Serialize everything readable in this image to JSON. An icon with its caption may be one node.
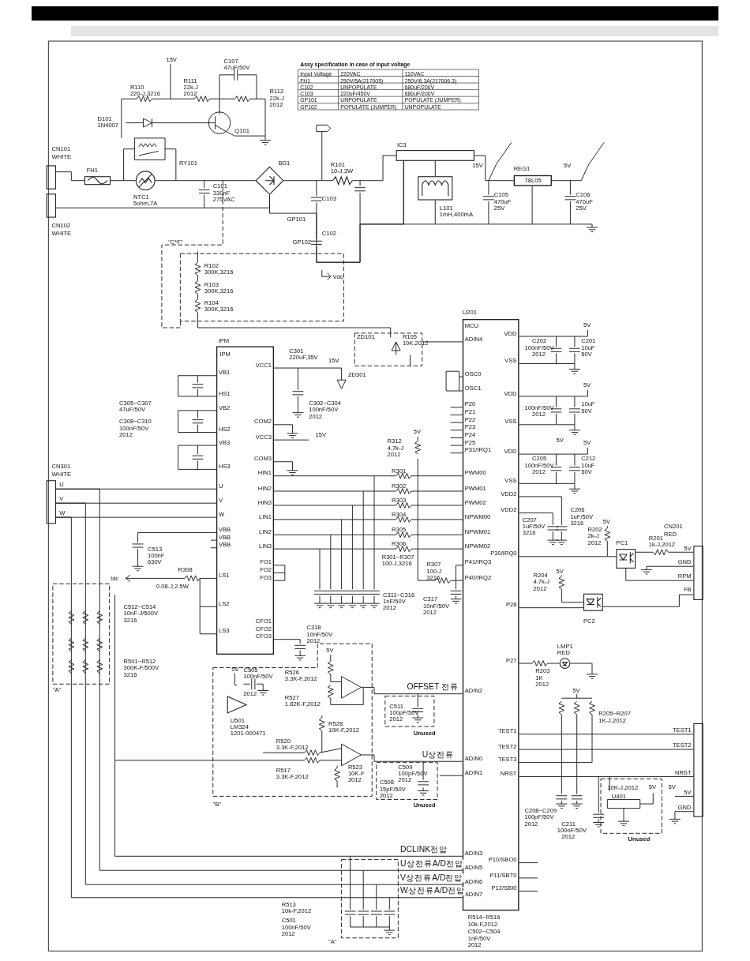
{
  "diagram": {
    "nodes": [
      {
        "text": [],
        "shape": "box",
        "beside": [
          "CN101",
          "WHITE"
        ]
      },
      {
        "text": [],
        "shape": "box",
        "beside": [
          "CN102",
          "WHITE"
        ]
      },
      {
        "text": [],
        "shape": "box",
        "beside": [
          "FH1"
        ]
      },
      {
        "text": [],
        "shape": "circle",
        "beside": [
          "NTC1",
          "5ohm,7A"
        ]
      },
      {
        "text": [],
        "shape": "diamond",
        "beside": [
          "BD1"
        ]
      },
      {
        "text": [],
        "shape": "resistor",
        "beside": [
          "R101",
          "10-J,3W"
        ]
      },
      {
        "text": [],
        "shape": "box",
        "beside": [
          "IC3"
        ]
      },
      {
        "text": [],
        "shape": "box",
        "beside": [
          "L101",
          "1mH,400mA"
        ]
      },
      {
        "text": [
          "78L05"
        ],
        "beside": [
          "REG1"
        ]
      },
      {
        "text": [
          "IPM",
          "VB1",
          "HS1",
          "VB2",
          "HS2",
          "VB3",
          "HS3",
          "U",
          "V",
          "W",
          "VBB",
          "VBB",
          "VBB",
          "LS1",
          "LS2",
          "LS3",
          "VCC1",
          "COM2",
          "VCC3",
          "COM3",
          "HIN1",
          "HIN2",
          "HIN3",
          "LIN1",
          "LIN2",
          "LIN3",
          "FO1",
          "FO2",
          "FO3",
          "CFO1",
          "CFO2",
          "CFO3"
        ],
        "beside": [
          "IPM"
        ]
      },
      {
        "text": [
          "MCU",
          "ADIN4",
          "OSC0",
          "OSC1",
          "P20",
          "P21",
          "P22",
          "P23",
          "P24",
          "P25",
          "P31/IRQ1",
          "PWM00",
          "PWM01",
          "PWM02",
          "NPWM00",
          "NPWM01",
          "NPWM02",
          "P41/IRQ3",
          "P40/IRQ2",
          "ADIN2",
          "ADIN0",
          "ADIN1",
          "ADIN3",
          "ADIN5",
          "ADIN6",
          "ADIN7",
          "VDD",
          "VSS",
          "VDD",
          "VSS",
          "VDD",
          "VSS",
          "VDD2",
          "VDD2",
          "P30/IRQ0",
          "P28",
          "P27",
          "TEST1",
          "TEST2",
          "TEST3",
          "NRST",
          "P10/SBO0",
          "P11/SBT0",
          "P12/SBI0"
        ],
        "beside": [
          "U201"
        ]
      },
      {
        "text": [],
        "shape": "box",
        "beside": [
          "CN301",
          "WHITE"
        ]
      },
      {
        "text": [],
        "shape": "box",
        "beside": [
          "CN201",
          "RED"
        ]
      },
      {
        "text": [],
        "shape": "box"
      },
      {
        "text": [],
        "shape": "box",
        "beside": [
          "PC1"
        ]
      },
      {
        "text": [],
        "shape": "box",
        "beside": [
          "PC2"
        ]
      },
      {
        "text": [],
        "shape": "circle",
        "beside": [
          "LMP1",
          "RED"
        ]
      },
      {
        "text": [],
        "shape": "triangle",
        "beside": [
          "U501",
          "LM324",
          "1201-000471"
        ]
      }
    ],
    "edges": [
      {
        "from": 0,
        "to": 2,
        "arrow": "none"
      },
      {
        "from": 2,
        "to": 3,
        "arrow": "none"
      },
      {
        "from": 3,
        "to": 4,
        "arrow": "none"
      },
      {
        "from": 1,
        "to": 4,
        "arrow": "none"
      },
      {
        "from": 4,
        "to": 5,
        "arrow": "none"
      },
      {
        "from": 5,
        "to": 6,
        "arrow": "none"
      },
      {
        "from": 6,
        "to": 7,
        "arrow": "none"
      },
      {
        "from": 6,
        "to": 8,
        "arrow": "none"
      },
      {
        "from": 11,
        "to": 9,
        "arrow": "none"
      },
      {
        "from": 11,
        "to": 9,
        "arrow": "none"
      },
      {
        "from": 11,
        "to": 9,
        "arrow": "none"
      },
      {
        "from": 9,
        "to": 10,
        "arrow": "none"
      },
      {
        "from": 9,
        "to": 10,
        "arrow": "none"
      },
      {
        "from": 9,
        "to": 10,
        "arrow": "none"
      },
      {
        "from": 9,
        "to": 10,
        "arrow": "none"
      },
      {
        "from": 9,
        "to": 10,
        "arrow": "none"
      },
      {
        "from": 9,
        "to": 10,
        "arrow": "none"
      },
      {
        "from": 10,
        "to": 14,
        "arrow": "none"
      },
      {
        "from": 14,
        "to": 12,
        "arrow": "none"
      },
      {
        "from": 10,
        "to": 15,
        "arrow": "none"
      },
      {
        "from": 15,
        "to": 12,
        "arrow": "none"
      },
      {
        "from": 10,
        "to": 16,
        "arrow": "none"
      },
      {
        "from": 10,
        "to": 13,
        "arrow": "none"
      },
      {
        "from": 10,
        "to": 13,
        "arrow": "none"
      },
      {
        "from": 10,
        "to": 13,
        "arrow": "none"
      },
      {
        "from": 4,
        "to": 6,
        "arrow": "none"
      },
      {
        "from": 12,
        "to": 14,
        "arrow": "none"
      },
      {
        "from": 11,
        "to": 10,
        "arrow": "none"
      },
      {
        "from": 11,
        "to": 10,
        "arrow": "none"
      },
      {
        "from": 11,
        "to": 10,
        "arrow": "none"
      }
    ],
    "labels": [
      "Assy specification in case of input voltage",
      "Input Voltage",
      "220VAC",
      "110VAC",
      "FH1",
      "250V/5A(217005)",
      "250V/6.3A(217006.3)",
      "C102",
      "UNPOPULATE",
      "680uF/200V",
      "C103",
      "220uF/450V",
      "680uF/200V",
      "GP101",
      "UNPOPULATE",
      "POPULATE (JUMPER)",
      "GP102",
      "POPULATE (JUMPER)",
      "UNPOPULATE",
      "15V",
      "R110",
      "220-J,3216",
      "R111",
      "22k-J",
      "2012",
      "C107",
      "47uF/50V",
      "R112",
      "22k-J",
      "2012",
      "D101",
      "1N4007",
      "Q101",
      "RY101",
      "C101",
      "330nF",
      "275VAC",
      "C103",
      "GP101",
      "GP102",
      "C102",
      "Vdc",
      "15V",
      "5V",
      "C105",
      "470uF",
      "25V",
      "C106",
      "470uF",
      "25V",
      "\"C*F\"",
      "R102",
      "300K,3216",
      "R103",
      "300K,3216",
      "R104",
      "300K,3216",
      "ZD101",
      "R105",
      "10K,2012",
      "C301",
      "220uF,35V",
      "15V",
      "ZD301",
      "C302~C304",
      "100nF/50V",
      "2012",
      "15V",
      "C305~C307",
      "47uF/50V",
      "C308~C310",
      "100nF/50V",
      "2012",
      "R312",
      "4.7k-J",
      "2012",
      "5V",
      "R301",
      "R302",
      "R303",
      "R304",
      "R305",
      "R306",
      "R301~R307",
      "100-J,3216",
      "R307",
      "100-J",
      "3216",
      "C311~C316",
      "1nF/50V",
      "2012",
      "C317",
      "10nF/50V",
      "2012",
      "C318",
      "10nF/50V",
      "2012",
      "C513",
      "100nF",
      "630V",
      "Idc",
      "R308",
      "0.08-J,2.5W",
      "U",
      "V",
      "W",
      "C512~C514",
      "10nF-J/500V",
      "3216",
      "R501~R512",
      "300K-F/500V",
      "3216",
      "\"A\"",
      "5V",
      "5V",
      "C505",
      "100nF/50V",
      "2012",
      "R526",
      "3.3K-F,2012",
      "R527",
      "1.82K-F,2012",
      "R528",
      "10K-F,2012",
      "R520",
      "3.3K-F,2012",
      "R517",
      "3.3K-F,2012",
      "R523",
      "10K-F",
      "2012",
      "\"B\"",
      "OFFSET 전류",
      "C511",
      "100pF/50V",
      "2012",
      "Unused",
      "U상전류",
      "C509",
      "100pF/50V",
      "2012",
      "C508",
      "15pF/50V",
      "2012",
      "Unused",
      "DCLINK전압",
      "U상전류A/D전압",
      "V상전류A/D전압",
      "W상전류A/D전압",
      "R513",
      "10k-F,2012",
      "C501",
      "100nF/50V",
      "2012",
      "\"A\"",
      "R514~R516",
      "10k-F,2012",
      "C502~C504",
      "1nF/50V",
      "2012",
      "5V",
      "C202",
      "100nF/50V",
      "2012",
      "C201",
      "10uF",
      "50V",
      "5V",
      "100nF/50V",
      "2012",
      "10uF",
      "50V",
      "5V",
      "5V",
      "C205",
      "100nF/50V",
      "2012",
      "C212",
      "10uF",
      "50V",
      "C207",
      "1uF/50V",
      "3216",
      "C206",
      "1uF/50V",
      "3216",
      "5V",
      "R202",
      "2k-J",
      "2012",
      "R201",
      "1k-J,2012",
      "5V",
      "GND",
      "RPM",
      "FB",
      "5V",
      "R204",
      "4.7k-J",
      "2012",
      "R203",
      "1K",
      "2012",
      "5V",
      "R205~R207",
      "1K-J,2012",
      "TEST1",
      "TEST2",
      "NRST",
      "5V",
      "GND",
      "C208~C209",
      "100pF/50V",
      "2012",
      "C211",
      "100nF/50V",
      "2012",
      "10K-J,2012",
      "U401",
      "Unused",
      "5V",
      "5V"
    ]
  }
}
